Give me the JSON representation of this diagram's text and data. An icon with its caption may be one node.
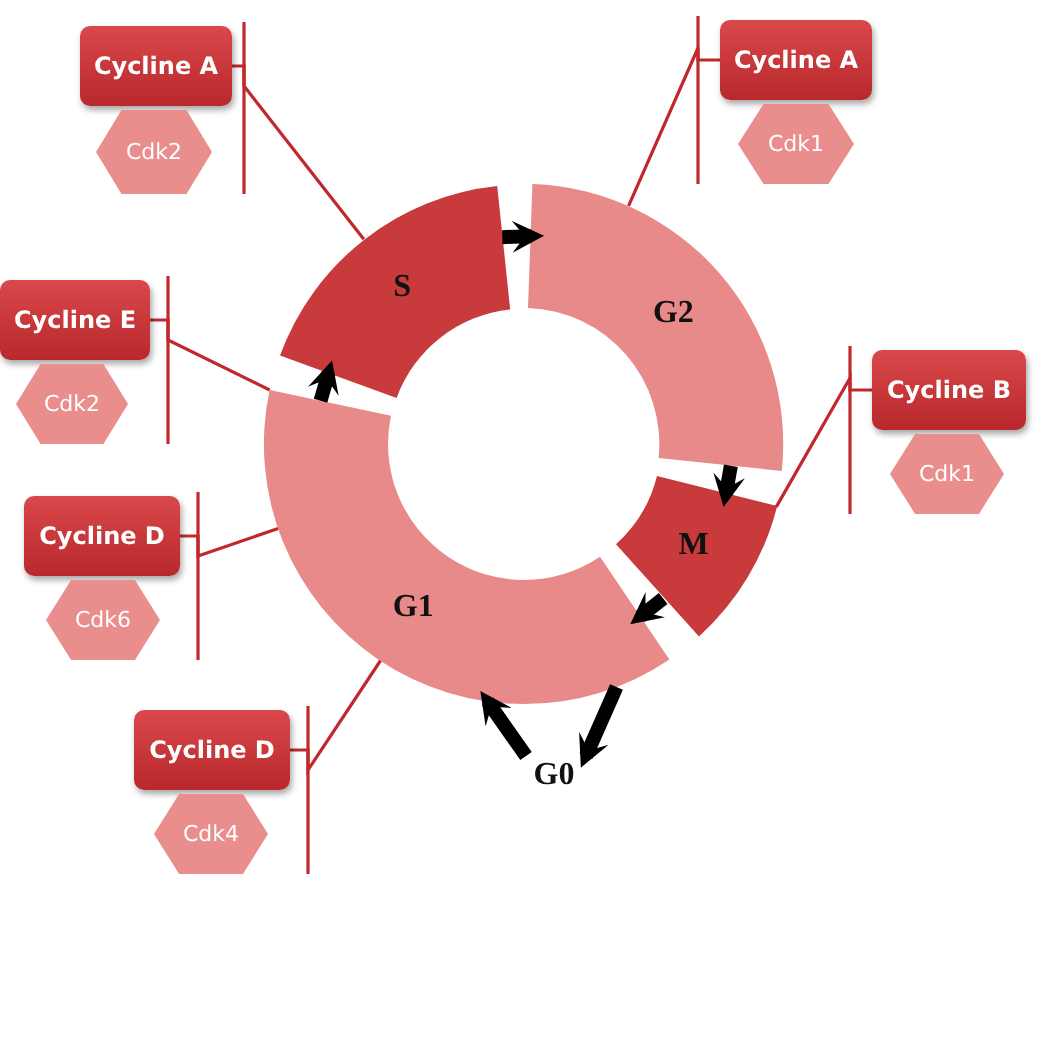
{
  "diagram": {
    "nodes": [
      {
        "text": [
          "S"
        ]
      },
      {
        "text": [
          "G2"
        ]
      },
      {
        "text": [
          "M"
        ]
      },
      {
        "text": [
          "G1"
        ]
      },
      {
        "text": [
          "G0"
        ]
      },
      {
        "text": [
          "Cycline A"
        ]
      },
      {
        "text": [
          "Cdk2"
        ]
      },
      {
        "text": [
          "Cycline A"
        ]
      },
      {
        "text": [
          "Cdk1"
        ]
      },
      {
        "text": [
          "Cycline E"
        ]
      },
      {
        "text": [
          "Cdk2"
        ]
      },
      {
        "text": [
          "Cycline B"
        ]
      },
      {
        "text": [
          "Cdk1"
        ]
      },
      {
        "text": [
          "Cycline D"
        ]
      },
      {
        "text": [
          "Cdk6"
        ]
      },
      {
        "text": [
          "Cycline D"
        ]
      },
      {
        "text": [
          "Cdk4"
        ]
      }
    ],
    "edges": [
      {
        "from": 0,
        "to": 1,
        "arrow": "to",
        "style": "thick"
      },
      {
        "from": 1,
        "to": 2,
        "arrow": "to",
        "style": "thick"
      },
      {
        "from": 2,
        "to": 3,
        "arrow": "to",
        "style": "thick"
      },
      {
        "from": 3,
        "to": 0,
        "arrow": "to",
        "style": "thick"
      },
      {
        "from": 3,
        "to": 4,
        "arrow": "to",
        "style": "thick"
      },
      {
        "from": 4,
        "to": 3,
        "arrow": "to",
        "style": "thick"
      },
      {
        "from": 5,
        "to": 0,
        "arrow": "none",
        "color": "#c0282d"
      },
      {
        "from": 7,
        "to": 1,
        "arrow": "none",
        "color": "#c0282d"
      },
      {
        "from": 9,
        "to": 3,
        "arrow": "none",
        "color": "#c0282d"
      },
      {
        "from": 11,
        "to": 2,
        "arrow": "none",
        "color": "#c0282d"
      },
      {
        "from": 13,
        "to": 3,
        "arrow": "none",
        "color": "#c0282d"
      },
      {
        "from": 15,
        "to": 3,
        "arrow": "none",
        "color": "#c0282d"
      }
    ]
  }
}
